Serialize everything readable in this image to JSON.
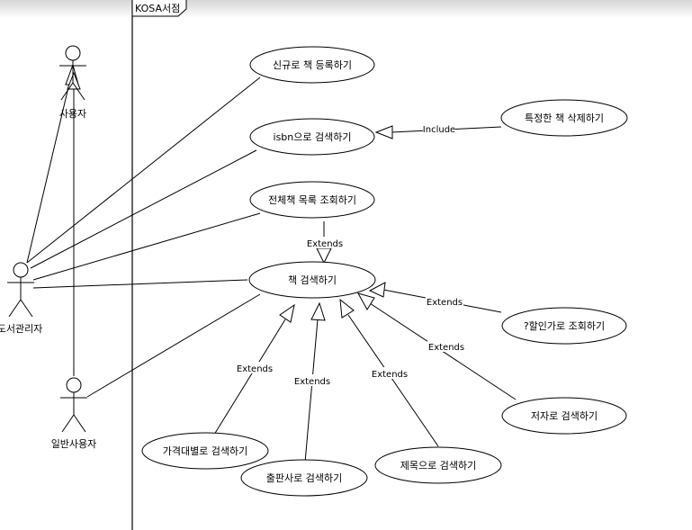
{
  "system": {
    "name": "KOSA서점"
  },
  "actors": {
    "user": "사용자",
    "librarian": "도서관리자",
    "general_user": "일반사용자"
  },
  "usecases": {
    "register": "신규로 책 등록하기",
    "isbn_search": "isbn으로 검색하기",
    "delete_book": "특정한 책 삭제하기",
    "list_all": "전체책 목록 조회하기",
    "book_search": "책 검색하기",
    "discount": "?할인가로 조회하기",
    "author": "저자로 검색하기",
    "price": "가격대별로 검색하기",
    "publisher": "출판사로 검색하기",
    "title": "제목으로 검색하기"
  },
  "relations": {
    "include": "Include",
    "extends": "Extends"
  }
}
